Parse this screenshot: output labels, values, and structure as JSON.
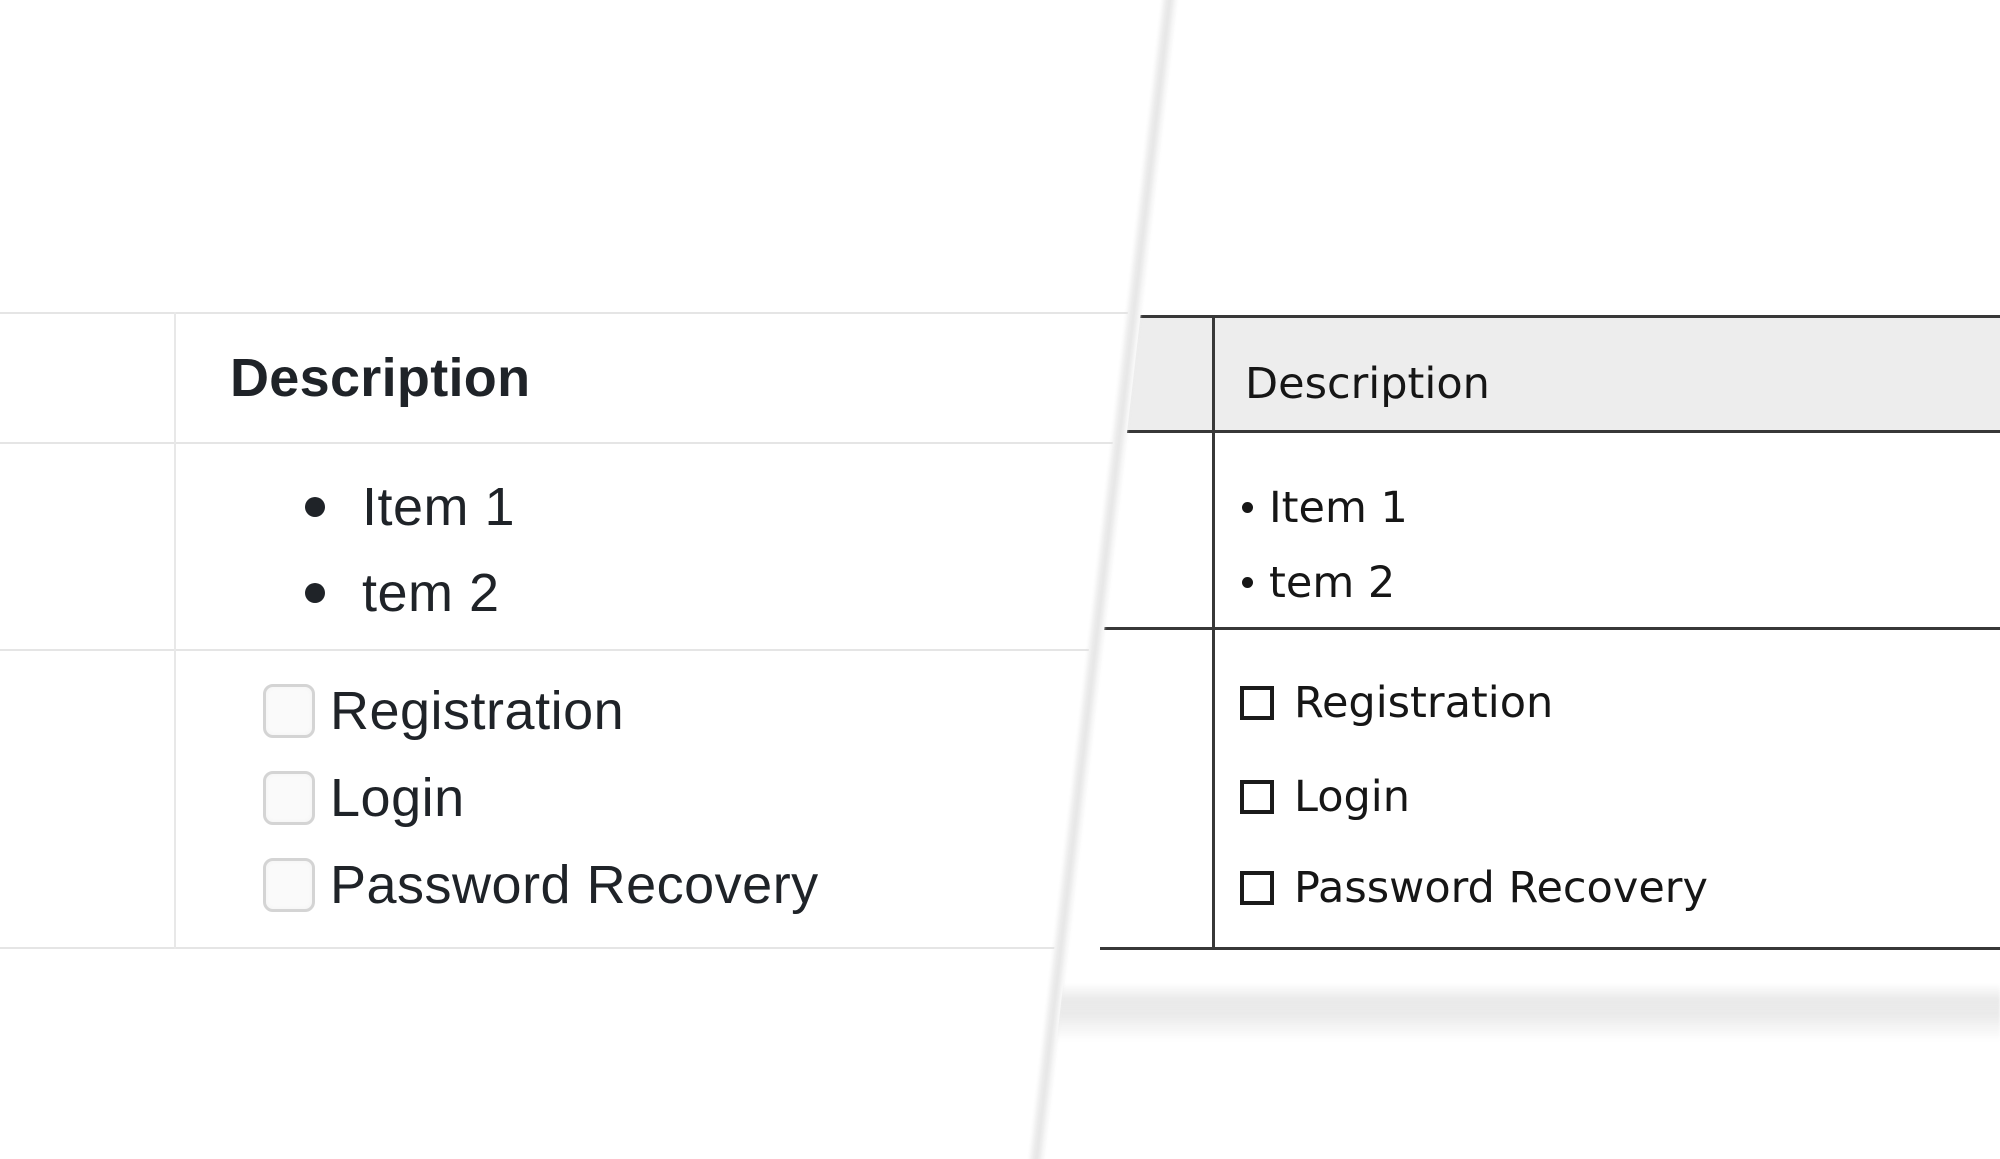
{
  "view": {
    "description": "Comparison of the same table rendered in an editor (left, light borders, rounded checkboxes) and in an exported print preview (right, dark borders, square checkbox glyphs), separated by a diagonal page-split divider"
  },
  "left_table": {
    "variant": "editor",
    "header": {
      "description_column": "Description"
    },
    "bullet_row": {
      "items": [
        "Item 1",
        "tem 2"
      ]
    },
    "checkbox_row": {
      "items": [
        {
          "label": "Registration",
          "checked": false
        },
        {
          "label": "Login",
          "checked": false
        },
        {
          "label": "Password Recovery",
          "checked": false
        }
      ]
    }
  },
  "right_table": {
    "variant": "export-preview",
    "header": {
      "description_column": "Description"
    },
    "bullet_row": {
      "glyph": "•",
      "items": [
        "Item 1",
        "tem 2"
      ]
    },
    "checkbox_row": {
      "glyph": "☐",
      "items": [
        {
          "label": "Registration",
          "checked": false
        },
        {
          "label": "Login",
          "checked": false
        },
        {
          "label": "Password Recovery",
          "checked": false
        }
      ]
    }
  },
  "icons": {
    "left_bullet": "bullet-dot-icon",
    "left_checkbox": "checkbox-unchecked-rounded-icon",
    "right_bullet": "bullet-dot-icon",
    "right_checkbox": "checkbox-unchecked-square-icon"
  },
  "colors": {
    "background": "#ffffff",
    "left_table_border": "#e5e5e5",
    "left_text": "#1f2328",
    "left_checkbox_border": "#d4d4d4",
    "left_checkbox_fill": "#fafafa",
    "right_table_border": "#383838",
    "right_header_background": "#ededed",
    "right_text": "#161616",
    "divider_shadow": "#e7e7e7"
  }
}
